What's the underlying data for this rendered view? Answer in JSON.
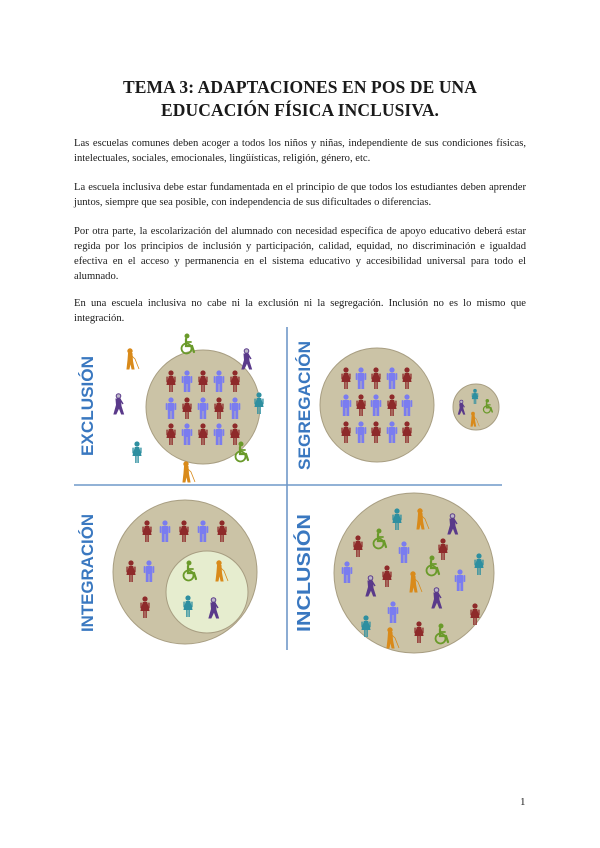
{
  "document": {
    "title_line1": "TEMA 3: ADAPTACIONES EN POS DE UNA",
    "title_line2": "EDUCACIÓN FÍSICA INCLUSIVA.",
    "paragraphs": [
      "Las escuelas comunes deben acoger a todos los niños y niñas, independiente de sus condiciones físicas, intelectuales, sociales, emocionales, lingüísticas, religión, género, etc.",
      "La escuela inclusiva debe estar fundamentada en el principio de que todos los estudiantes deben aprender juntos, siempre que sea posible, con independencia de sus dificultades o diferencias.",
      "Por otra parte, la escolarización del alumnado con necesidad específica de apoyo educativo deberá estar regida por los principios de inclusión y participación, calidad, equidad, no discriminación e igualdad efectiva en el acceso y permanencia en el sistema educativo y accesibilidad universal para todo el alumnado.",
      "En una escuela inclusiva no cabe ni la exclusión ni la segregación. Inclusión no es lo mismo que integración."
    ],
    "page_number": "1"
  },
  "figure": {
    "quadrants": [
      {
        "label": "EXCLUSIÓN"
      },
      {
        "label": "SEGREGACIÓN"
      },
      {
        "label": "INTEGRACIÓN"
      },
      {
        "label": "INCLUSIÓN"
      }
    ],
    "colors": {
      "label_blue": "#3a78c0",
      "divider": "#6f98c8",
      "circle_fill": "#cbc3a6",
      "circle_stroke": "#a89e82",
      "inner_circle_fill": "#e6edcf",
      "woman": "#8e2a2a",
      "man": "#7a7cf0",
      "wheelchair": "#6a9a2a",
      "blind": "#d98a1a",
      "elderly": "#5a3a8a",
      "teal": "#2e8fa0"
    }
  }
}
